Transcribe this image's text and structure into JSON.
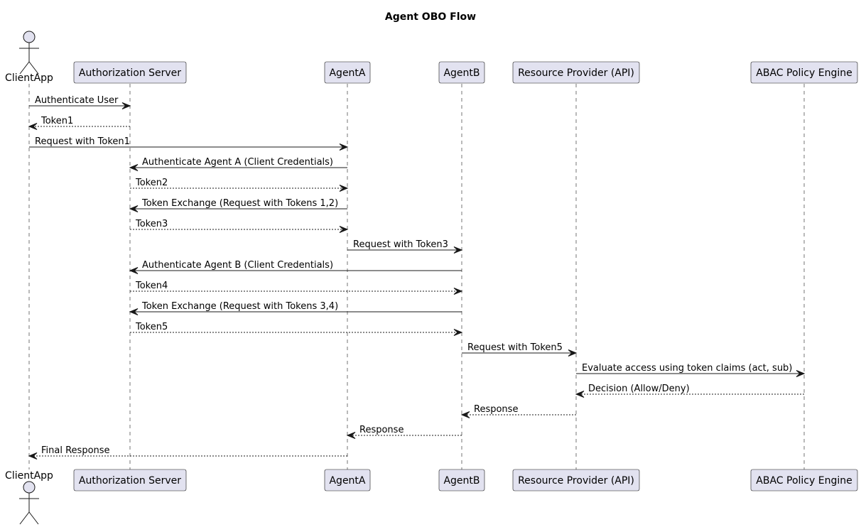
{
  "title": "Agent OBO Flow",
  "colors": {
    "participant_fill": "#e2e2f0",
    "participant_border": "#181818",
    "lifeline": "#181818",
    "arrow": "#181818",
    "background": "#ffffff"
  },
  "participants": [
    {
      "id": "client",
      "label": "ClientApp",
      "kind": "actor"
    },
    {
      "id": "auth",
      "label": "Authorization Server",
      "kind": "box"
    },
    {
      "id": "agentA",
      "label": "AgentA",
      "kind": "box"
    },
    {
      "id": "agentB",
      "label": "AgentB",
      "kind": "box"
    },
    {
      "id": "resource",
      "label": "Resource Provider (API)",
      "kind": "box"
    },
    {
      "id": "abac",
      "label": "ABAC Policy Engine",
      "kind": "box"
    }
  ],
  "messages": [
    {
      "from": "client",
      "to": "auth",
      "label": "Authenticate User",
      "style": "solid"
    },
    {
      "from": "auth",
      "to": "client",
      "label": "Token1",
      "style": "dashed"
    },
    {
      "from": "client",
      "to": "agentA",
      "label": "Request with Token1",
      "style": "solid"
    },
    {
      "from": "agentA",
      "to": "auth",
      "label": "Authenticate Agent A (Client Credentials)",
      "style": "solid"
    },
    {
      "from": "auth",
      "to": "agentA",
      "label": "Token2",
      "style": "dashed"
    },
    {
      "from": "agentA",
      "to": "auth",
      "label": "Token Exchange (Request with Tokens 1,2)",
      "style": "solid"
    },
    {
      "from": "auth",
      "to": "agentA",
      "label": "Token3",
      "style": "dashed"
    },
    {
      "from": "agentA",
      "to": "agentB",
      "label": "Request with Token3",
      "style": "solid"
    },
    {
      "from": "agentB",
      "to": "auth",
      "label": "Authenticate Agent B (Client Credentials)",
      "style": "solid"
    },
    {
      "from": "auth",
      "to": "agentB",
      "label": "Token4",
      "style": "dashed"
    },
    {
      "from": "agentB",
      "to": "auth",
      "label": "Token Exchange (Request with Tokens 3,4)",
      "style": "solid"
    },
    {
      "from": "auth",
      "to": "agentB",
      "label": "Token5",
      "style": "dashed"
    },
    {
      "from": "agentB",
      "to": "resource",
      "label": "Request with Token5",
      "style": "solid"
    },
    {
      "from": "resource",
      "to": "abac",
      "label": "Evaluate access using token claims (act, sub)",
      "style": "solid"
    },
    {
      "from": "abac",
      "to": "resource",
      "label": "Decision (Allow/Deny)",
      "style": "dashed"
    },
    {
      "from": "resource",
      "to": "agentB",
      "label": "Response",
      "style": "dashed"
    },
    {
      "from": "agentB",
      "to": "agentA",
      "label": "Response",
      "style": "dashed"
    },
    {
      "from": "agentA",
      "to": "client",
      "label": "Final Response",
      "style": "dashed"
    }
  ]
}
